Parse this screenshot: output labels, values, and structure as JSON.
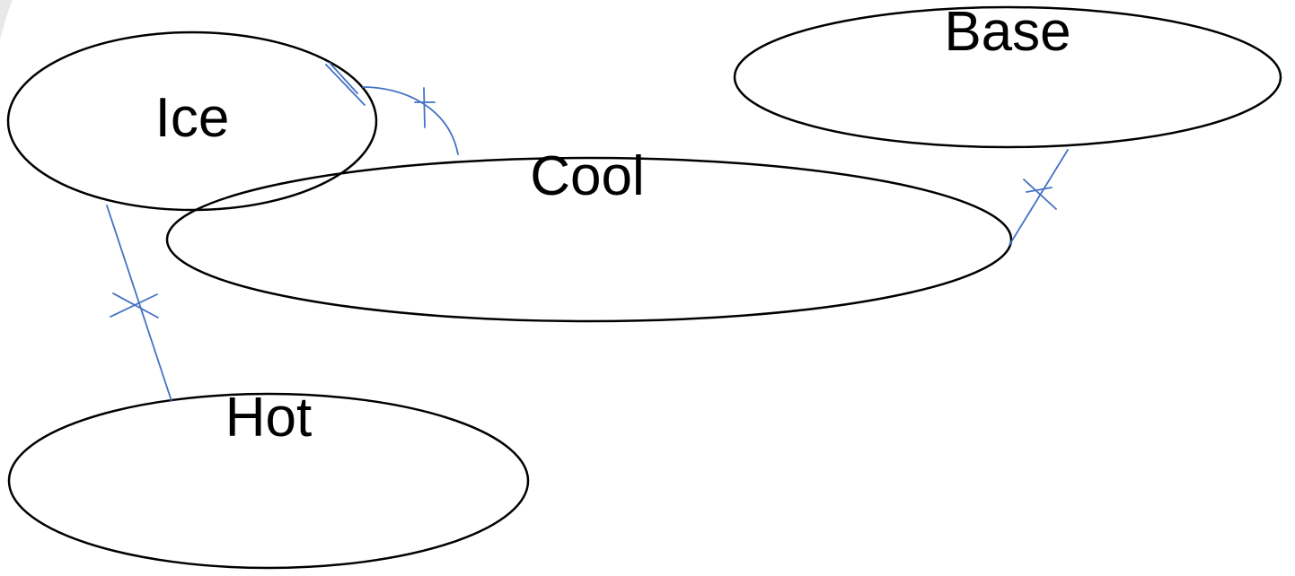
{
  "diagram": {
    "nodes": {
      "ice": "Ice",
      "cool": "Cool",
      "base": "Base",
      "hot": "Hot"
    },
    "colors": {
      "node_stroke": "#000000",
      "link_stroke": "#4472c4",
      "background": "#ffffff"
    },
    "links": [
      {
        "from": "Ice",
        "to": "Cool",
        "marker": "cross"
      },
      {
        "from": "Cool",
        "to": "Base",
        "marker": "cross"
      },
      {
        "from": "Ice",
        "to": "Hot",
        "marker": "cross"
      }
    ]
  }
}
